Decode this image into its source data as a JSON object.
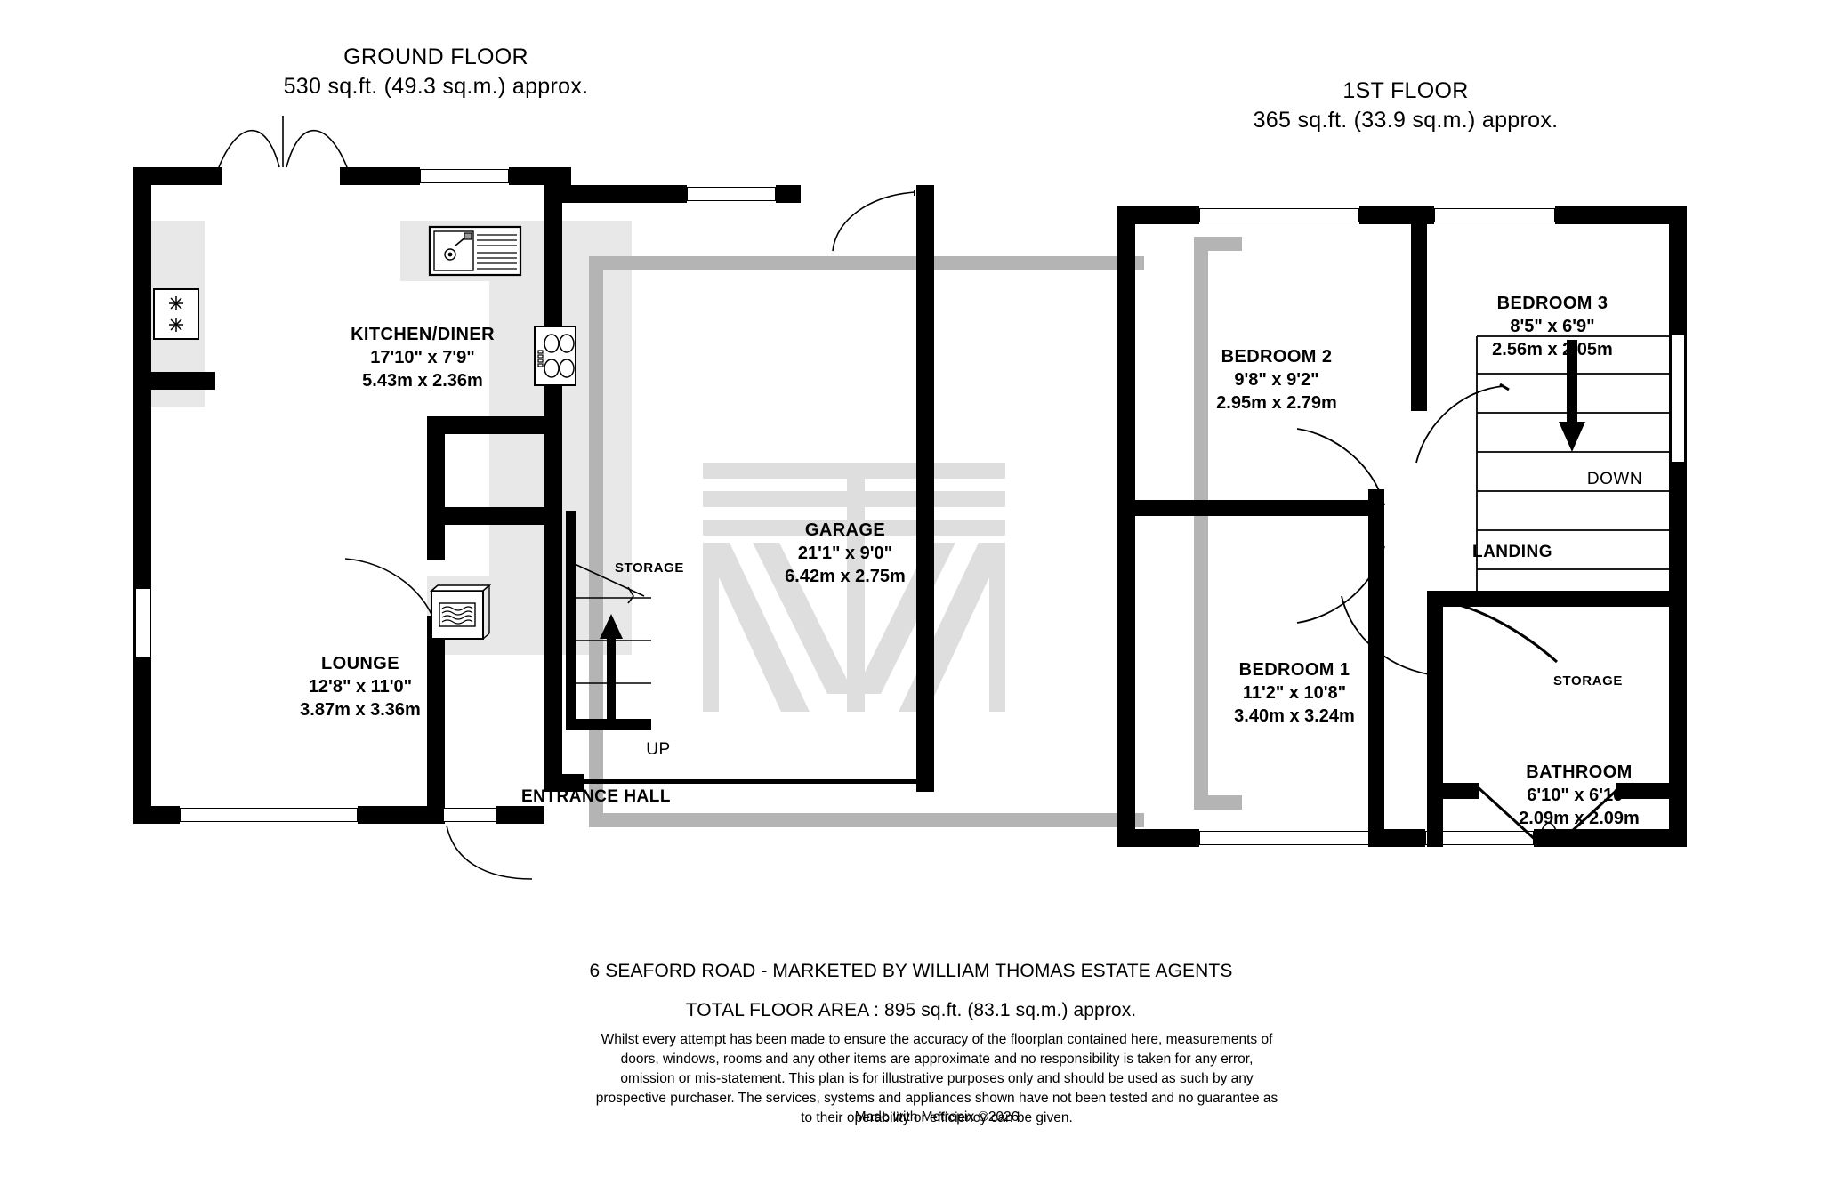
{
  "floors": [
    {
      "title": "GROUND FLOOR",
      "area": "530 sq.ft. (49.3 sq.m.) approx."
    },
    {
      "title": "1ST FLOOR",
      "area": "365 sq.ft. (33.9 sq.m.) approx."
    }
  ],
  "rooms": [
    {
      "name": "KITCHEN/DINER",
      "imperial": "17'10\"  x 7'9\"",
      "metric": "5.43m  x 2.36m"
    },
    {
      "name": "LOUNGE",
      "imperial": "12'8\"  x 11'0\"",
      "metric": "3.87m  x 3.36m"
    },
    {
      "name": "GARAGE",
      "imperial": "21'1\"  x 9'0\"",
      "metric": "6.42m  x 2.75m"
    },
    {
      "name": "BEDROOM 2",
      "imperial": "9'8\"  x 9'2\"",
      "metric": "2.95m  x 2.79m"
    },
    {
      "name": "BEDROOM 3",
      "imperial": "8'5\"  x 6'9\"",
      "metric": "2.56m  x 2.05m"
    },
    {
      "name": "BEDROOM 1",
      "imperial": "11'2\"  x 10'8\"",
      "metric": "3.40m  x 3.24m"
    },
    {
      "name": "BATHROOM",
      "imperial": "6'10\"  x 6'10\"",
      "metric": "2.09m  x 2.09m"
    }
  ],
  "annotations": {
    "storage_ground": "STORAGE",
    "up": "UP",
    "entrance_hall": "ENTRANCE HALL",
    "down": "DOWN",
    "landing": "LANDING",
    "storage_first": "STORAGE"
  },
  "footer": {
    "address_line": "6 SEAFORD ROAD - MARKETED BY WILLIAM THOMAS ESTATE AGENTS",
    "total_area": "TOTAL FLOOR AREA : 895 sq.ft. (83.1 sq.m.) approx.",
    "disclaimer": "Whilst every attempt has been made to ensure the accuracy of the floorplan contained here, measurements of doors, windows, rooms and any other items are approximate and no responsibility is taken for any error, omission or mis-statement. This plan is for illustrative purposes only and should be used as such by any prospective purchaser. The services, systems and appliances shown have not been tested and no guarantee as to their operability or efficiency can be given.",
    "credit": "Made with Metropix ©2026"
  },
  "icons": {
    "sink": "sink-icon",
    "hob": "hob-icon",
    "radiator": "radiator-icon",
    "fridge": "fridge-freezer-icon",
    "up_arrow": "up-arrow-icon",
    "down_arrow": "down-arrow-icon",
    "watermark": "metropix-watermark"
  },
  "colors": {
    "wall": "#000000",
    "floor_fill": "#e8e8e8",
    "overlay_band": "#b4b4b4",
    "watermark": "#dcdcdc",
    "background": "#ffffff"
  }
}
